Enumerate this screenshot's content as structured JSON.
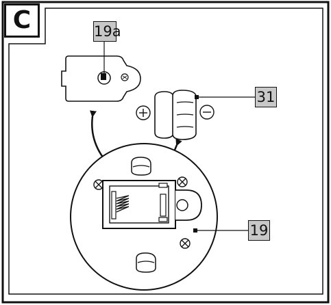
{
  "panel": {
    "letter": "C"
  },
  "callouts": {
    "c19a": "19a",
    "c31": "31",
    "c19": "19"
  },
  "icons": {
    "plus": "plus-circle-icon",
    "minus": "minus-circle-icon",
    "screw": "screw-cross-icon"
  },
  "colors": {
    "line": "#111111",
    "label_fill": "#c8c8c8",
    "background": "#ffffff"
  }
}
